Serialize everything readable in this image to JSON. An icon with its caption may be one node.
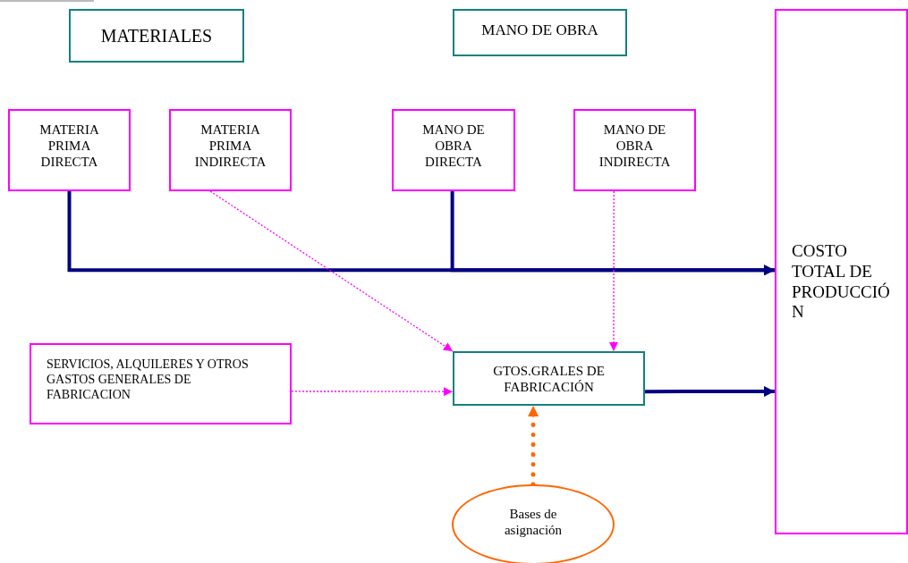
{
  "diagram": {
    "nodes": [
      {
        "text": [
          "MATERIALES"
        ]
      },
      {
        "text": [
          "MANO DE OBRA"
        ]
      },
      {
        "text": [
          "MATERIA PRIMA DIRECTA"
        ]
      },
      {
        "text": [
          "MATERIA PRIMA INDIRECTA"
        ]
      },
      {
        "text": [
          "MANO DE OBRA DIRECTA"
        ]
      },
      {
        "text": [
          "MANO DE OBRA INDIRECTA"
        ]
      },
      {
        "text": [
          "COSTO TOTAL DE PRODUCCIÓN"
        ]
      },
      {
        "text": [
          "SERVICIOS, ALQUILERES Y OTROS GASTOS GENERALES DE FABRICACION"
        ]
      },
      {
        "text": [
          "GTOS.GRALES DE FABRICACIÓN"
        ]
      },
      {
        "text": [
          "Bases de asignación"
        ]
      }
    ],
    "edges": [
      {
        "from": 2,
        "to": 6,
        "arrow": "to",
        "color": "#000080"
      },
      {
        "from": 4,
        "to": 6,
        "arrow": "to",
        "color": "#000080"
      },
      {
        "from": 3,
        "to": 8,
        "arrow": "to",
        "style": "dashed",
        "color": "#ff00ff"
      },
      {
        "from": 5,
        "to": 8,
        "arrow": "to",
        "style": "dashed",
        "color": "#ff00ff"
      },
      {
        "from": 7,
        "to": 8,
        "arrow": "to",
        "style": "dashed",
        "color": "#ff00ff"
      },
      {
        "from": 8,
        "to": 6,
        "arrow": "to",
        "color": "#000080"
      },
      {
        "from": 9,
        "to": 8,
        "arrow": "to",
        "style": "dashed",
        "color": "#ff6600"
      }
    ]
  }
}
